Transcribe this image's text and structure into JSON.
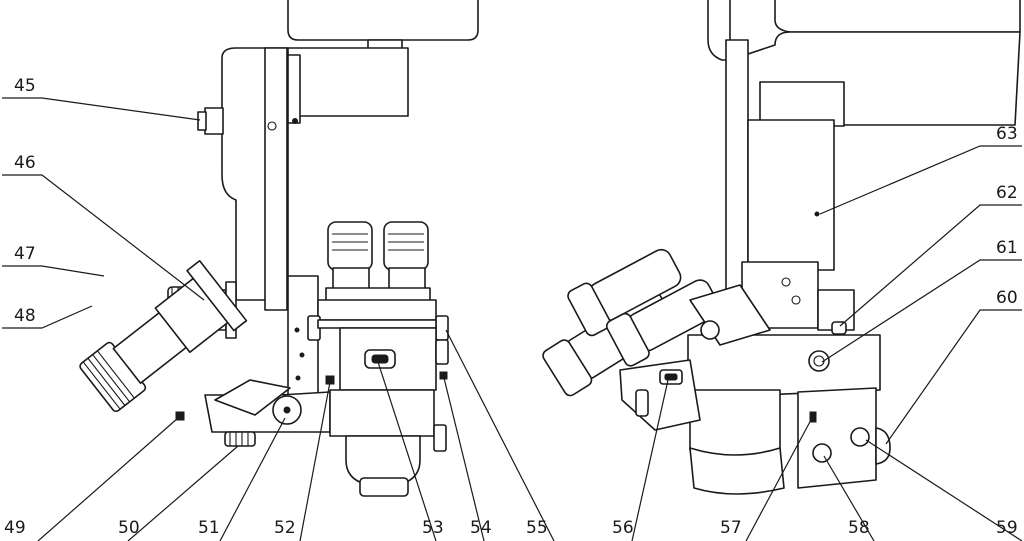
{
  "callouts": {
    "c45": "45",
    "c46": "46",
    "c47": "47",
    "c48": "48",
    "c49": "49",
    "c50": "50",
    "c51": "51",
    "c52": "52",
    "c53": "53",
    "c54": "54",
    "c55": "55",
    "c56": "56",
    "c57": "57",
    "c58": "58",
    "c59": "59",
    "c60": "60",
    "c61": "61",
    "c62": "62",
    "c63": "63"
  },
  "colors": {
    "line": "#1a1a1a",
    "background": "#ffffff"
  }
}
